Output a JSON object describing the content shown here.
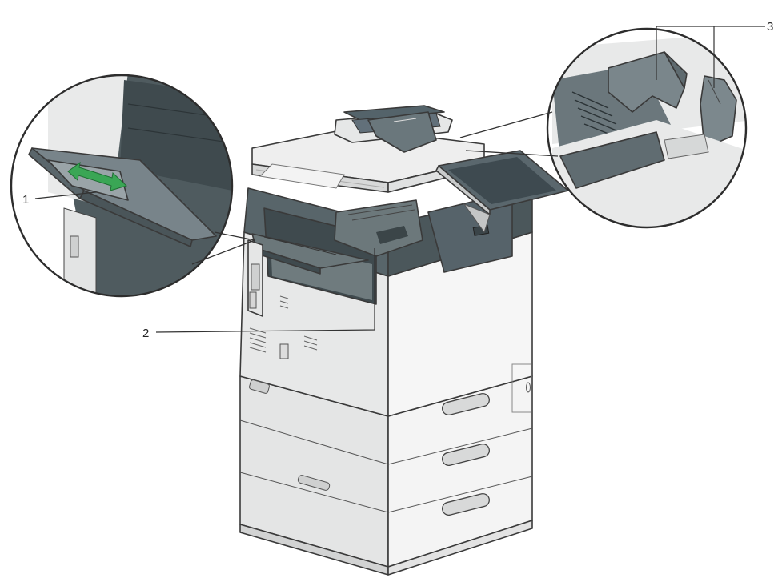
{
  "callouts": [
    {
      "id": "1",
      "label": "1"
    },
    {
      "id": "2",
      "label": "2"
    },
    {
      "id": "3",
      "label": "3"
    }
  ],
  "colors": {
    "dark_panel": "#4e5a5c",
    "mid_panel": "#6b7779",
    "light_body": "#e9eaea",
    "white_body": "#f7f7f7",
    "arrow_green": "#3aa655"
  },
  "icons": [
    "arrow-double-icon"
  ]
}
